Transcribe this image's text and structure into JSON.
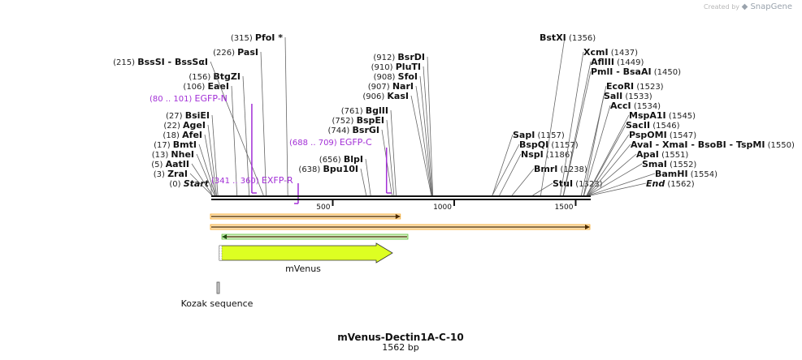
{
  "watermark": {
    "prefix": "Created by",
    "brand": "SnapGene"
  },
  "map": {
    "name": "mVenus-Dectin1A-C-10",
    "length_label": "1562 bp",
    "length": 1562,
    "ticks": [
      {
        "label": "500",
        "pos": 500
      },
      {
        "label": "1000",
        "pos": 1000
      },
      {
        "label": "1500",
        "pos": 1500
      }
    ],
    "sites": [
      {
        "pos_label": "(0)",
        "name": "Start",
        "style": "italic",
        "bp": 0
      },
      {
        "pos_label": "(3)",
        "name": "ZraI",
        "bp": 3
      },
      {
        "pos_label": "(5)",
        "name": "AatII",
        "bp": 5
      },
      {
        "pos_label": "(13)",
        "name": "NheI",
        "bp": 13
      },
      {
        "pos_label": "(17)",
        "name": "BmtI",
        "bp": 17
      },
      {
        "pos_label": "(18)",
        "name": "AfeI",
        "bp": 18
      },
      {
        "pos_label": "(22)",
        "name": "AgeI",
        "bp": 22
      },
      {
        "pos_label": "(27)",
        "name": "BsiEI",
        "bp": 27
      },
      {
        "pos_label": "(106)",
        "name": "EaeI",
        "bp": 106
      },
      {
        "pos_label": "(156)",
        "name": "BtgZI",
        "bp": 156
      },
      {
        "pos_label": "(215)",
        "name": "BssSI",
        "extra": "- BssSαI",
        "bp": 215
      },
      {
        "pos_label": "(226)",
        "name": "PasI",
        "bp": 226
      },
      {
        "pos_label": "(315)",
        "name": "PfoI *",
        "bp": 315
      },
      {
        "pos_label": "(638)",
        "name": "Bpu10I",
        "bp": 638
      },
      {
        "pos_label": "(656)",
        "name": "BlpI",
        "bp": 656
      },
      {
        "pos_label": "(744)",
        "name": "BsrGI",
        "bp": 744
      },
      {
        "pos_label": "(752)",
        "name": "BspEI",
        "bp": 752
      },
      {
        "pos_label": "(761)",
        "name": "BglII",
        "bp": 761
      },
      {
        "pos_label": "(906)",
        "name": "KasI",
        "bp": 906
      },
      {
        "pos_label": "(907)",
        "name": "NarI",
        "bp": 907
      },
      {
        "pos_label": "(908)",
        "name": "SfoI",
        "bp": 908
      },
      {
        "pos_label": "(910)",
        "name": "PluTI",
        "bp": 910
      },
      {
        "pos_label": "(912)",
        "name": "BsrDI",
        "bp": 912
      },
      {
        "pos_label": "(1157)",
        "name": "SapI",
        "bp": 1157
      },
      {
        "pos_label": "(1157)",
        "name": "BspQI",
        "bp": 1157
      },
      {
        "pos_label": "(1186)",
        "name": "NspI",
        "bp": 1186
      },
      {
        "pos_label": "(1238)",
        "name": "BmrI",
        "bp": 1238
      },
      {
        "pos_label": "(1323)",
        "name": "StuI",
        "bp": 1323
      },
      {
        "pos_label": "(1356)",
        "name": "BstXI",
        "bp": 1356
      },
      {
        "pos_label": "(1437)",
        "name": "XcmI",
        "bp": 1437
      },
      {
        "pos_label": "(1449)",
        "name": "AflIII",
        "bp": 1449
      },
      {
        "pos_label": "(1450)",
        "name": "PmlI",
        "extra": "- BsaAI",
        "bp": 1450
      },
      {
        "pos_label": "(1523)",
        "name": "EcoRI",
        "bp": 1523
      },
      {
        "pos_label": "(1533)",
        "name": "SalI",
        "bp": 1533
      },
      {
        "pos_label": "(1534)",
        "name": "AccI",
        "bp": 1534
      },
      {
        "pos_label": "(1545)",
        "name": "MspA1I",
        "bp": 1545
      },
      {
        "pos_label": "(1546)",
        "name": "SacII",
        "bp": 1546
      },
      {
        "pos_label": "(1547)",
        "name": "PspOMI",
        "bp": 1547
      },
      {
        "pos_label": "(1550)",
        "name": "AvaI",
        "extra": "- XmaI   - BsoBI   - TspMI",
        "bp": 1550
      },
      {
        "pos_label": "(1551)",
        "name": "ApaI",
        "bp": 1551
      },
      {
        "pos_label": "(1552)",
        "name": "SmaI",
        "bp": 1552
      },
      {
        "pos_label": "(1554)",
        "name": "BamHI",
        "bp": 1554
      },
      {
        "pos_label": "(1562)",
        "name": "End",
        "style": "italic",
        "bp": 1562
      }
    ],
    "primers": [
      {
        "range": "(80 .. 101)",
        "name": "EGFP-N",
        "start": 80,
        "end": 101,
        "dir": "forward"
      },
      {
        "range": "(341 .. 360)",
        "name": "EXFP-R",
        "start": 341,
        "end": 360,
        "dir": "reverse"
      },
      {
        "range": "(688 .. 709)",
        "name": "EGFP-C",
        "start": 688,
        "end": 709,
        "dir": "forward"
      }
    ],
    "features": [
      {
        "name": "mVenus",
        "start": 36,
        "end": 755,
        "type": "cds",
        "color": "#ddff22"
      },
      {
        "name": "Kozak sequence",
        "start": 25,
        "end": 35,
        "type": "misc",
        "color": "#cccccc"
      }
    ],
    "orfs": [
      {
        "start": 0,
        "end": 782,
        "dir": "forward",
        "color": "#f5a623"
      },
      {
        "start": 0,
        "end": 1562,
        "dir": "forward",
        "color": "#f5a623"
      },
      {
        "start": 27,
        "end": 806,
        "dir": "reverse",
        "color": "#5ec234"
      }
    ]
  }
}
